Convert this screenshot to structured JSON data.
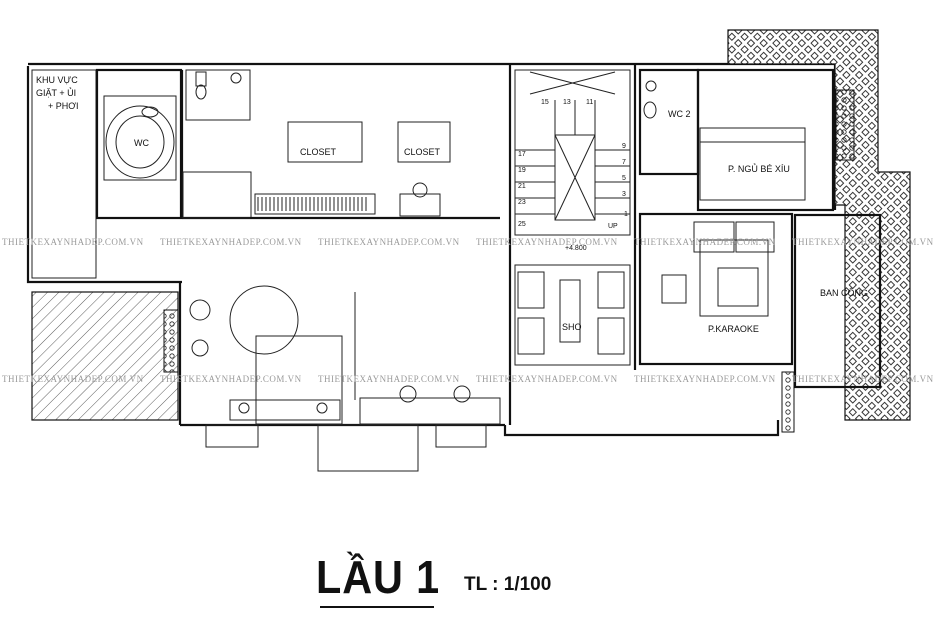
{
  "plan": {
    "title": "LẦU 1",
    "scale": "TL : 1/100",
    "level_mark": "+4.800",
    "watermark": "THIETKEXAYNHADEP.COM.VN"
  },
  "rooms": {
    "laundry_line1": "KHU VỰC",
    "laundry_line2": "GIẶT + ỦI",
    "laundry_line3": "+ PHƠI",
    "wc": "WC",
    "wc2": "WC 2",
    "closet_left": "CLOSET",
    "closet_right": "CLOSET",
    "bedroom": "P. NGỦ BÉ XÍU",
    "balcony": "BAN CÔNG",
    "karaoke": "P.KARAOKE",
    "show": "SHO",
    "stair_up": "UP"
  },
  "stairs": {
    "top": [
      "15",
      "13",
      "11"
    ],
    "left": [
      "17",
      "19",
      "21",
      "23",
      "25"
    ],
    "right": [
      "9",
      "7",
      "5",
      "3",
      "1"
    ]
  },
  "colors": {
    "ink": "#111111",
    "watermark": "#9a9a9a",
    "paper": "#ffffff"
  }
}
